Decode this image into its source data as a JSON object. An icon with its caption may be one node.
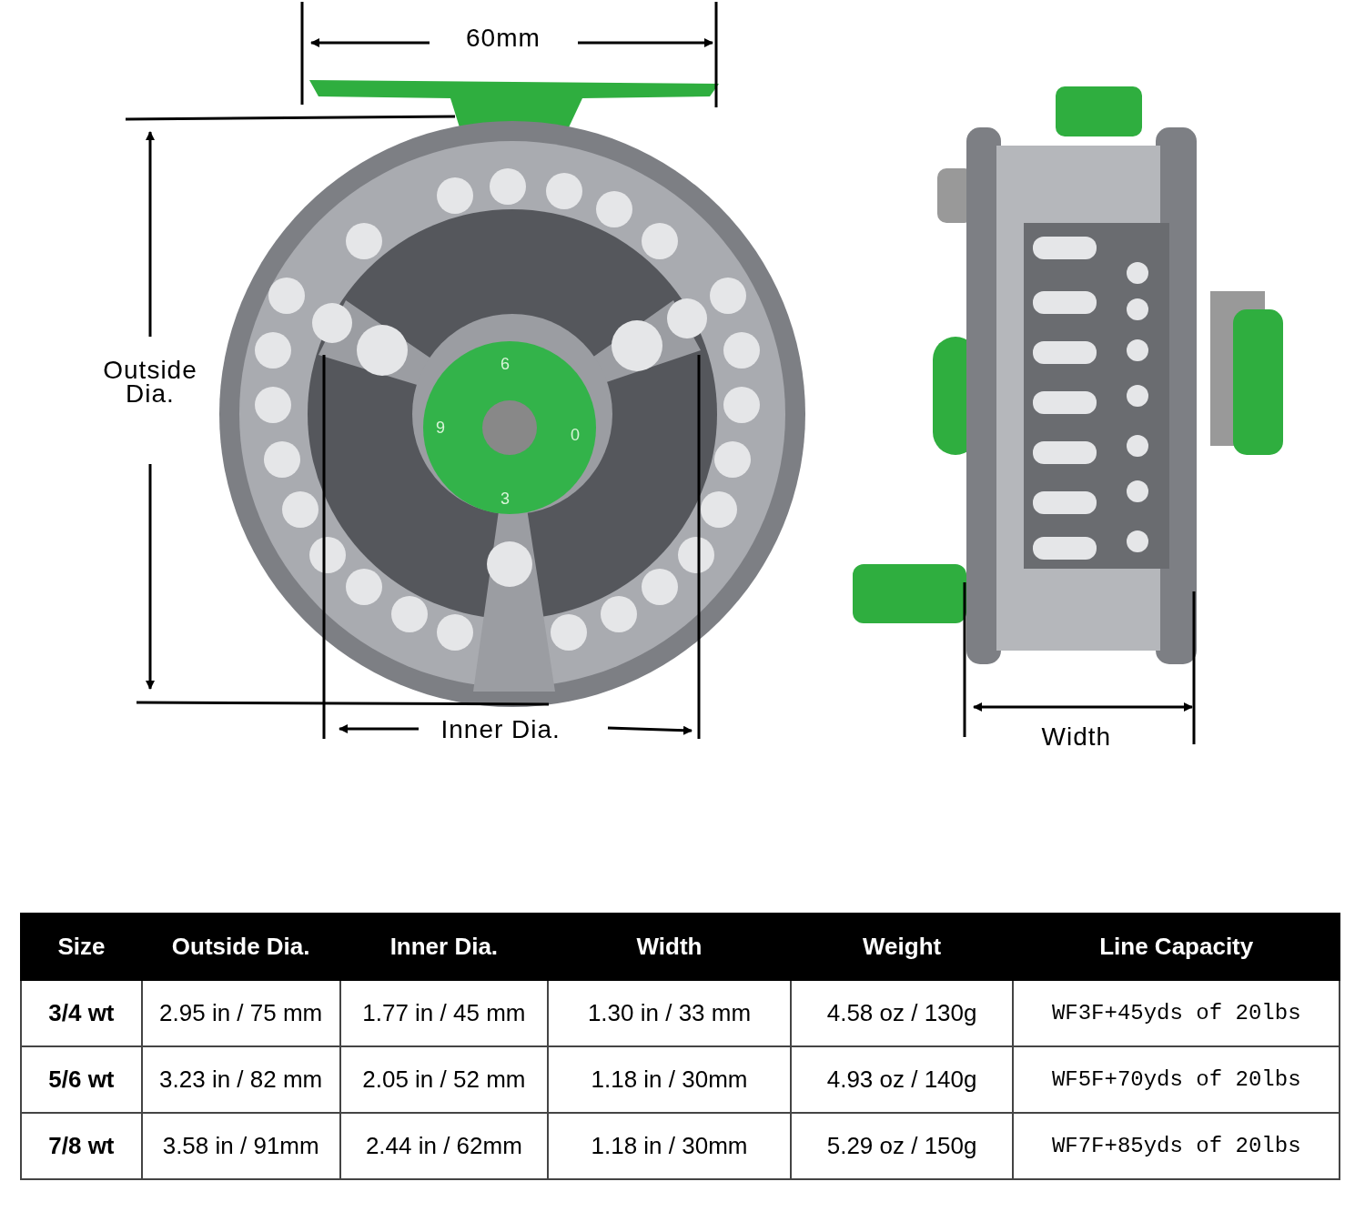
{
  "diagram": {
    "labels": [
      "60mm",
      "Outside Dia.",
      "Inner Dia.",
      "Width",
      "6",
      "0",
      "3",
      "9",
      "Size",
      "Outside Dia.",
      "Inner Dia.",
      "Width",
      "Weight",
      "Line Capacity",
      "3/4 wt",
      "2.95 in / 75 mm",
      "1.77 in / 45 mm",
      "1.30 in / 33 mm",
      "4.58 oz / 130g",
      "WF3F+45yds of 20lbs",
      "5/6 wt",
      "3.23 in / 82 mm",
      "2.05 in / 52 mm",
      "1.18 in / 30mm",
      "4.93 oz / 140g",
      "WF5F+70yds of 20lbs",
      "7/8 wt",
      "3.58 in / 91mm",
      "2.44 in / 62mm",
      "1.18 in / 30mm",
      "5.29 oz / 150g",
      "WF7F+85yds of 20lbs"
    ]
  }
}
